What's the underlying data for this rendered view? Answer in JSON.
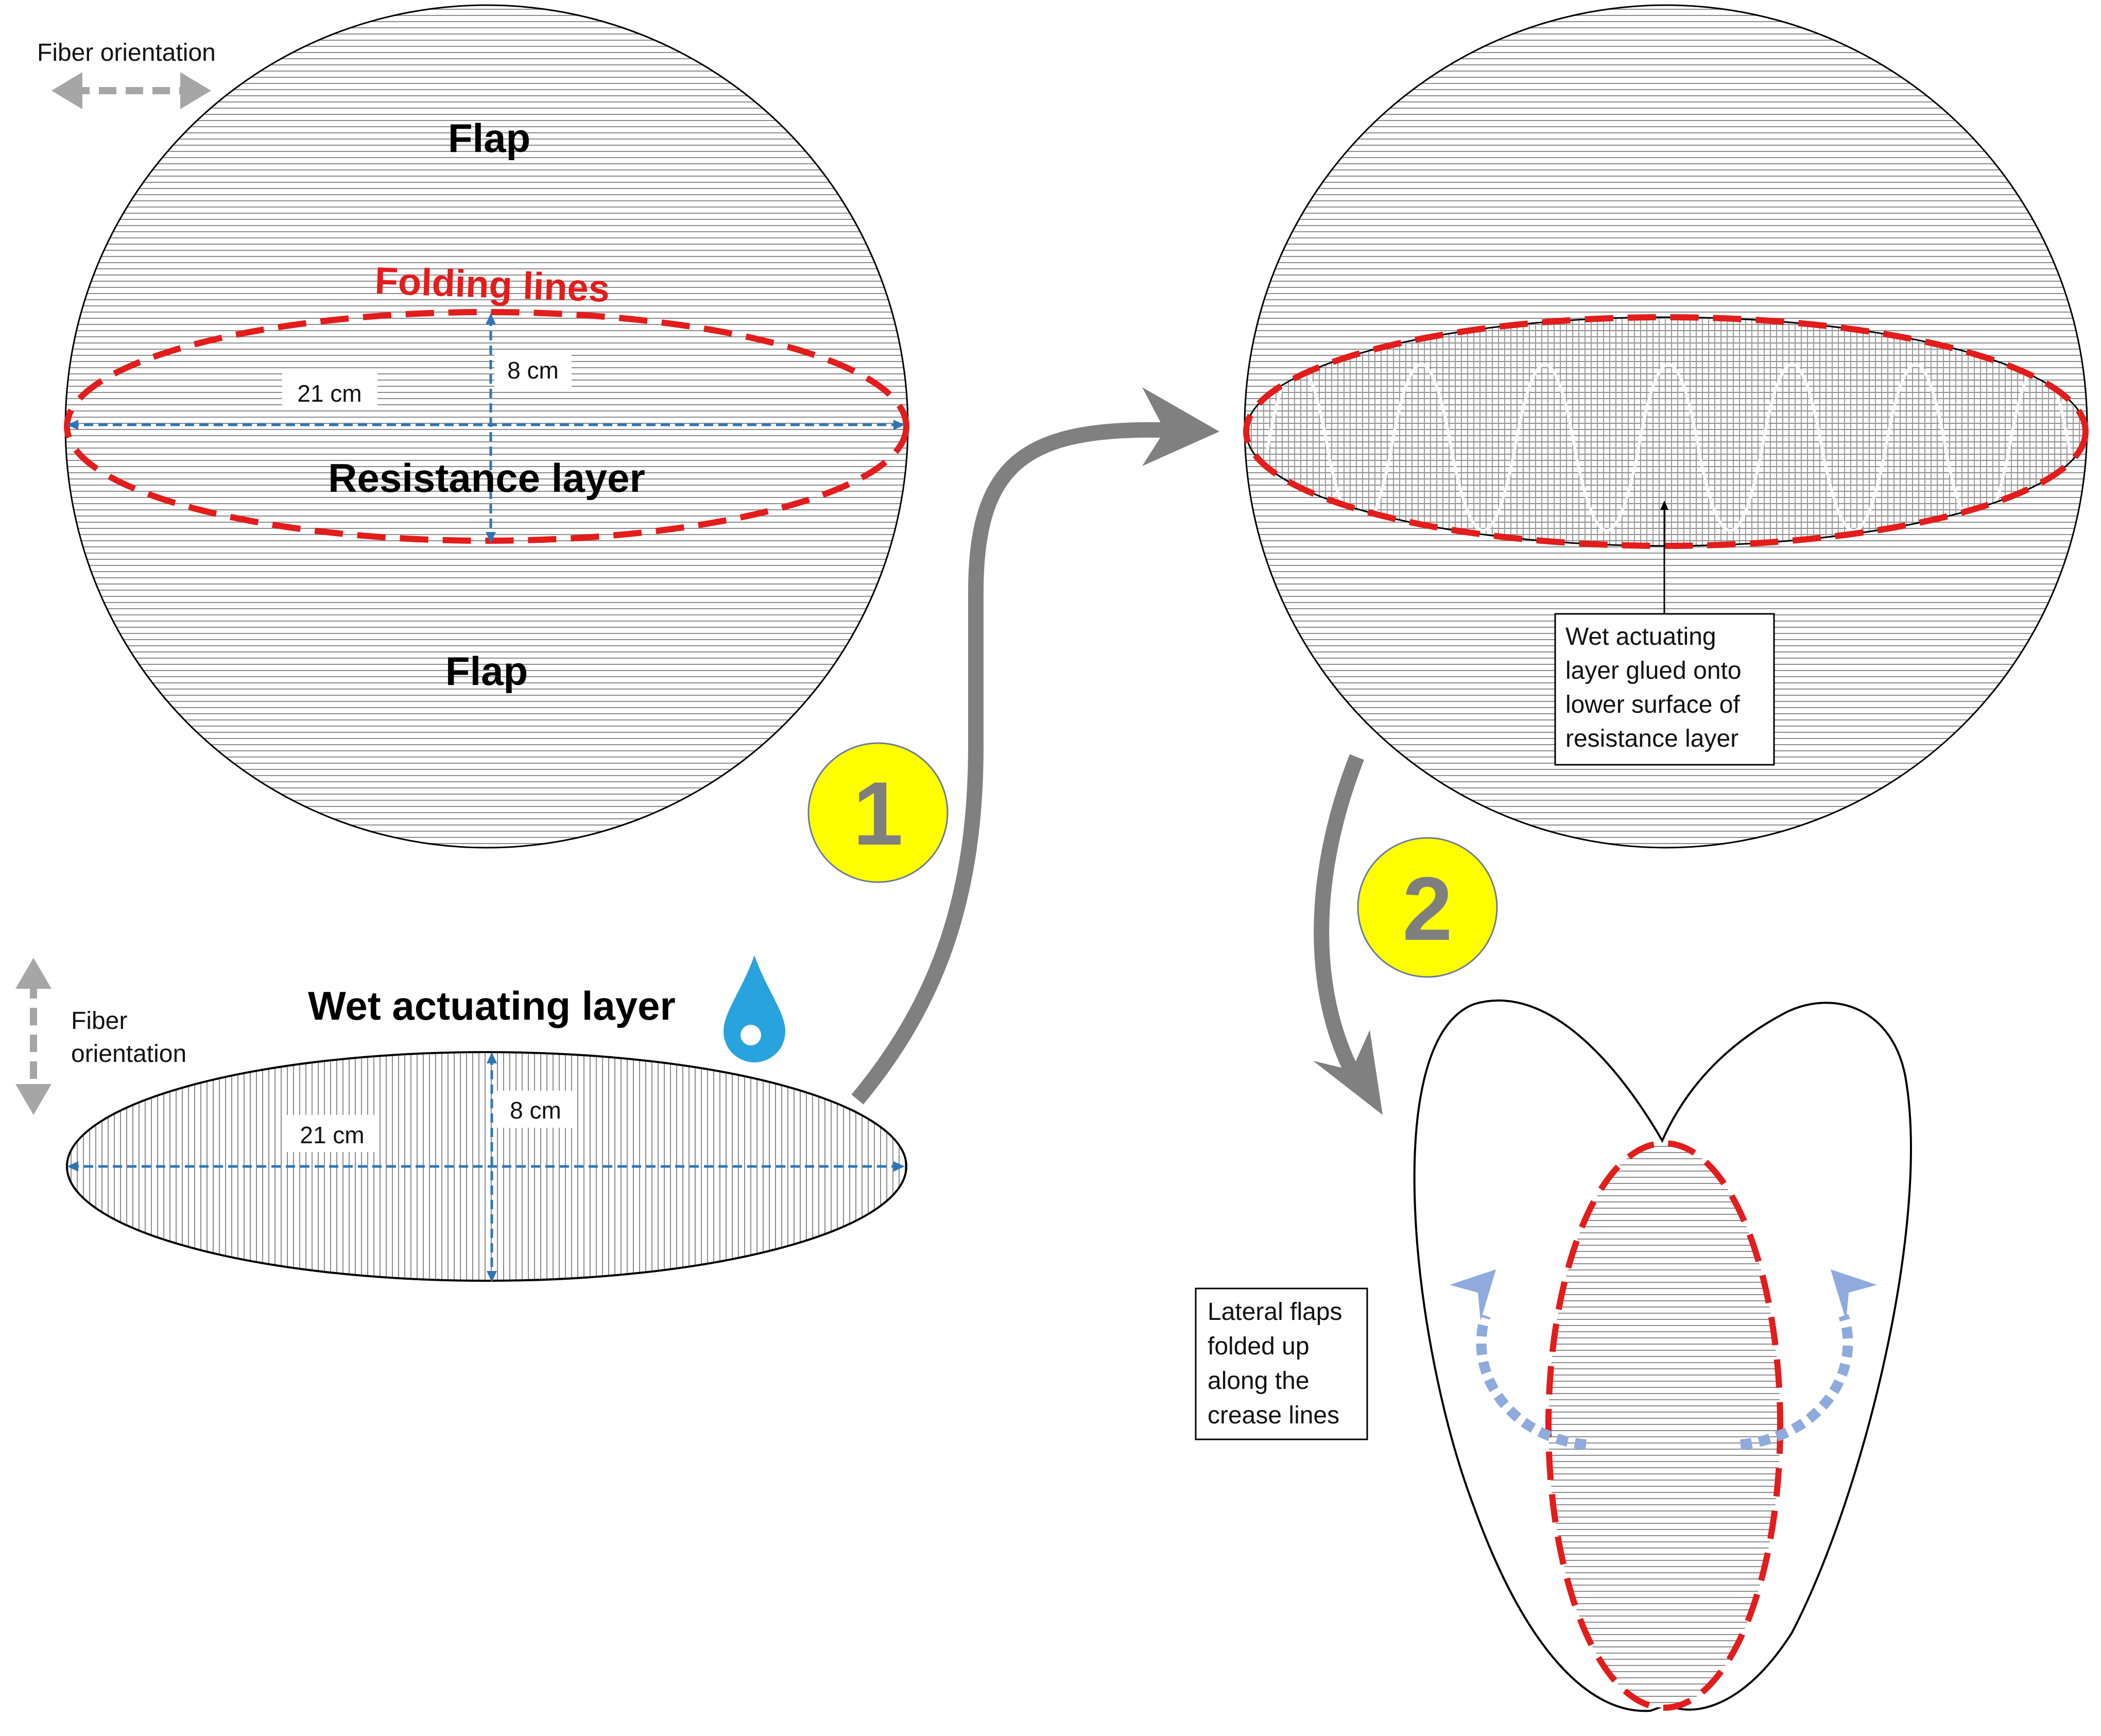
{
  "colors": {
    "red_dashed": "#e31c1c",
    "blue_dim": "#2e75b6",
    "gray_arrow": "#808080",
    "light_gray_arrow": "#a6a6a6",
    "step_circle": "#ffff00",
    "step_number": "#7f7f7f",
    "water_drop": "#29a3dd",
    "fold_arrows": "#8faadc",
    "hatch": "#8c8c8c"
  },
  "icons": {
    "fiber_horizontal": "double-headed-dashed-arrow-horizontal",
    "fiber_vertical": "double-headed-dashed-arrow-vertical",
    "water": "water-drop-icon"
  },
  "resistance_panel": {
    "fiber_label": "Fiber orientation",
    "flap_top": "Flap",
    "flap_bottom": "Flap",
    "folding_lines": "Folding lines",
    "width_label": "21 cm",
    "height_label": "8 cm",
    "layer_label": "Resistance layer"
  },
  "actuating_panel": {
    "title": "Wet actuating layer",
    "fiber_label_line1": "Fiber",
    "fiber_label_line2": "orientation",
    "width_label": "21 cm",
    "height_label": "8 cm"
  },
  "steps": {
    "step1": "1",
    "step2": "2"
  },
  "glued_panel": {
    "callout": [
      "Wet actuating",
      "layer glued onto",
      "lower surface of",
      "resistance layer"
    ]
  },
  "folded_panel": {
    "callout": [
      "Lateral flaps",
      "folded up",
      "along the",
      "crease lines"
    ]
  }
}
